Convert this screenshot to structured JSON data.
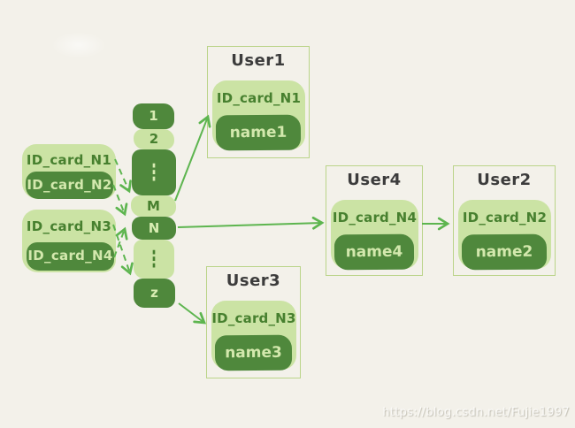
{
  "colors": {
    "background": "#f3f1ea",
    "light_green": "#cbe3a4",
    "dark_green": "#4f883c",
    "arrow_green": "#5db54f",
    "card_border": "#bad489",
    "title_text": "#3c3c3c"
  },
  "diagram": {
    "id_cards": [
      {
        "label": "ID_card_N1",
        "variant": "light"
      },
      {
        "label": "ID_card_N2",
        "variant": "dark"
      },
      {
        "label": "ID_card_N3",
        "variant": "light"
      },
      {
        "label": "ID_card_N4",
        "variant": "dark"
      }
    ],
    "hash_slots": [
      {
        "label": "1",
        "variant": "dark"
      },
      {
        "label": "2",
        "variant": "light"
      },
      {
        "label": "⋮",
        "variant": "dark"
      },
      {
        "label": "M",
        "variant": "light"
      },
      {
        "label": "N",
        "variant": "dark"
      },
      {
        "label": "⋮",
        "variant": "light"
      },
      {
        "label": "z",
        "variant": "dark"
      }
    ],
    "users": [
      {
        "title": "User1",
        "id_card": "ID_card_N1",
        "name": "name1"
      },
      {
        "title": "User3",
        "id_card": "ID_card_N3",
        "name": "name3"
      },
      {
        "title": "User4",
        "id_card": "ID_card_N4",
        "name": "name4"
      },
      {
        "title": "User2",
        "id_card": "ID_card_N2",
        "name": "name2"
      }
    ],
    "arrows": [
      {
        "from": "ID_card_N1",
        "to": "slot-M",
        "style": "dashed"
      },
      {
        "from": "ID_card_N2",
        "to": "slot-N",
        "style": "dashed"
      },
      {
        "from": "ID_card_N3",
        "to": "slot-z",
        "style": "dashed"
      },
      {
        "from": "ID_card_N4",
        "to": "slot-N",
        "style": "dashed"
      },
      {
        "from": "slot-M",
        "to": "User1",
        "style": "solid"
      },
      {
        "from": "slot-N",
        "to": "User4",
        "style": "solid"
      },
      {
        "from": "User4",
        "to": "User2",
        "style": "solid"
      },
      {
        "from": "slot-z",
        "to": "User3",
        "style": "solid"
      }
    ],
    "watermark": "https://blog.csdn.net/Fujie1997"
  }
}
